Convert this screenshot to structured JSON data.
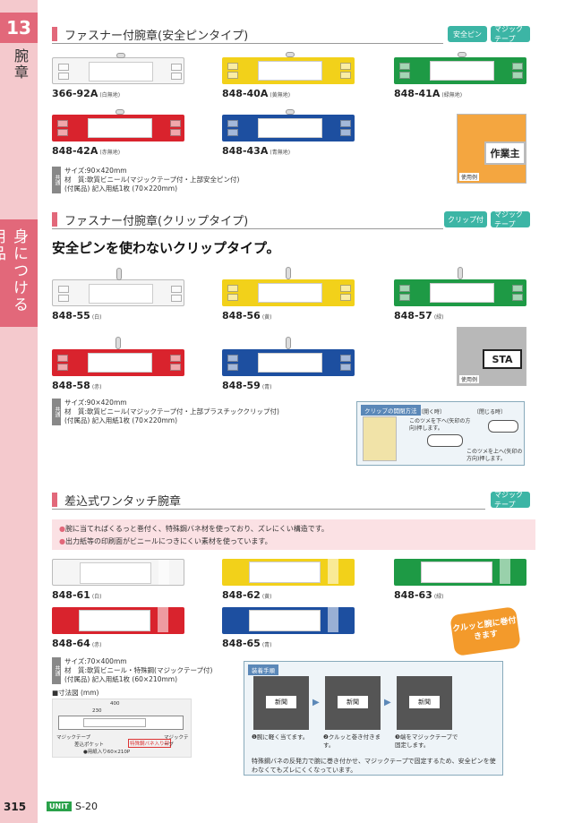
{
  "sidebar": {
    "chapter_number": "13",
    "chapter_label": "腕章",
    "active_label": "身につける用品"
  },
  "section1": {
    "title": "ファスナー付腕章(安全ピンタイプ)",
    "tags": [
      "安全ピン",
      "マジックテープ"
    ],
    "products": [
      {
        "code": "366-92A",
        "color_name": "(白無地)",
        "color": "#f5f5f5"
      },
      {
        "code": "848-40A",
        "color_name": "(黄無地)",
        "color": "#f2d11a"
      },
      {
        "code": "848-41A",
        "color_name": "(緑無地)",
        "color": "#1e9a45"
      },
      {
        "code": "848-42A",
        "color_name": "(赤無地)",
        "color": "#d9232d"
      },
      {
        "code": "848-43A",
        "color_name": "(青無地)",
        "color": "#1d4fa0"
      }
    ],
    "photo_text": "作業主",
    "photo_caption": "使用例",
    "spec_label": "共通",
    "spec_lines": [
      "サイズ:90×420mm",
      "材　質:軟質ビニール(マジックテープ付・上部安全ピン付)",
      "(付属品) 記入用紙1枚 (70×220mm)"
    ]
  },
  "section2": {
    "title": "ファスナー付腕章(クリップタイプ)",
    "tags": [
      "クリップ付",
      "マジックテープ"
    ],
    "headline": "安全ピンを使わないクリップタイプ。",
    "products": [
      {
        "code": "848-55",
        "color_name": "(白)",
        "color": "#f5f5f5"
      },
      {
        "code": "848-56",
        "color_name": "(黄)",
        "color": "#f2d11a"
      },
      {
        "code": "848-57",
        "color_name": "(緑)",
        "color": "#1e9a45"
      },
      {
        "code": "848-58",
        "color_name": "(赤)",
        "color": "#d9232d"
      },
      {
        "code": "848-59",
        "color_name": "(青)",
        "color": "#1d4fa0"
      }
    ],
    "photo_text": "STA",
    "photo_caption": "使用例",
    "spec_label": "共通",
    "spec_lines": [
      "サイズ:90×420mm",
      "材　質:軟質ビニール(マジックテープ付・上部プラスチッククリップ付)",
      "(付属品) 記入用紙1枚 (70×220mm)"
    ],
    "clip_box": {
      "title": "クリップの開閉方法",
      "open_label": "〔開く時〕",
      "close_label": "〔閉じる時〕",
      "open_note": "このツメを下へ(矢印の方向)押します。",
      "close_note": "このツメを上へ(矢印の方向)押します。"
    }
  },
  "section3": {
    "title": "差込式ワンタッチ腕章",
    "tags": [
      "マジックテープ"
    ],
    "points": [
      "腕に当てればくるっと巻付く、特殊鋼バネ材を使っており、ズレにくい構造です。",
      "出力紙等の印刷面がビニールにつきにくい素材を使っています。"
    ],
    "products": [
      {
        "code": "848-61",
        "color_name": "(白)",
        "color": "#f5f5f5"
      },
      {
        "code": "848-62",
        "color_name": "(黄)",
        "color": "#f2d11a"
      },
      {
        "code": "848-63",
        "color_name": "(緑)",
        "color": "#1e9a45"
      },
      {
        "code": "848-64",
        "color_name": "(赤)",
        "color": "#d9232d"
      },
      {
        "code": "848-65",
        "color_name": "(青)",
        "color": "#1d4fa0"
      }
    ],
    "badge": "クルッと腕に巻付きます",
    "spec_label": "共通",
    "spec_lines": [
      "サイズ:70×400mm",
      "材　質:軟質ビニール・特殊鋼(マジックテープ付)",
      "(付属品) 記入用紙1枚 (60×210mm)"
    ],
    "dimension_title": "■寸法図 (mm)",
    "dimension_labels": [
      "400",
      "230",
      "マジックテープ",
      "差込ポケット",
      "●用紙入り60×210P",
      "特殊鋼バネ入り部",
      "マジックテープ"
    ],
    "steps": {
      "title": "装着手順",
      "items": [
        "❶腕に軽く当てます。",
        "❷クルッと巻き付きます。",
        "❸端をマジックテープで固定します。"
      ],
      "photo_text": [
        "新聞",
        "新聞",
        "新聞"
      ],
      "note": "特殊鋼バネの反発力で腕に巻き付かせ、マジックテープで固定するため、安全ピンを使わなくてもズレにくくなっています。"
    }
  },
  "footer": {
    "page": "315",
    "brand": "UNIT",
    "code": "S-20"
  }
}
